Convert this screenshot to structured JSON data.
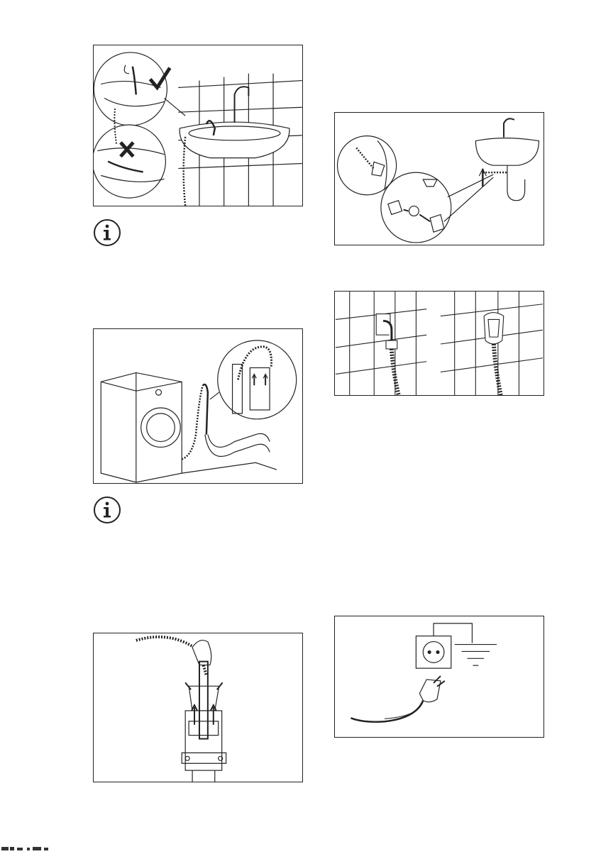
{
  "page": {
    "background": "#ffffff",
    "ink": "#222222"
  },
  "figures": [
    {
      "id": "sink-hose-hook",
      "icons": [
        "check-icon",
        "cross-icon"
      ]
    },
    {
      "id": "sink-trap-connection"
    },
    {
      "id": "standpipe-drain"
    },
    {
      "id": "washer-drain-standpipe"
    },
    {
      "id": "wall-drain-outlets"
    },
    {
      "id": "grounded-socket-plug"
    }
  ],
  "notes": [
    {
      "icon": "info-icon"
    },
    {
      "icon": "info-icon"
    }
  ]
}
